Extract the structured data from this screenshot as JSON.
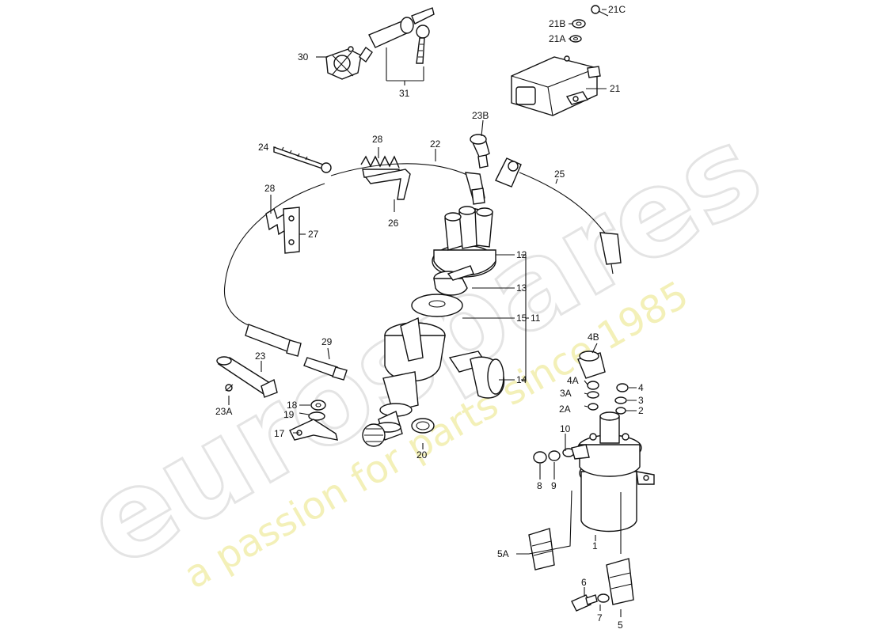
{
  "watermark": {
    "brand": "eurospares",
    "tagline": "a passion for parts since 1985"
  },
  "callouts": [
    {
      "id": "l30",
      "text": "30"
    },
    {
      "id": "l31",
      "text": "31"
    },
    {
      "id": "l21B",
      "text": "21B"
    },
    {
      "id": "l21A",
      "text": "21A"
    },
    {
      "id": "l21C",
      "text": "21C"
    },
    {
      "id": "l21",
      "text": "21"
    },
    {
      "id": "l23B",
      "text": "23B"
    },
    {
      "id": "l24",
      "text": "24"
    },
    {
      "id": "l28a",
      "text": "28"
    },
    {
      "id": "l22",
      "text": "22"
    },
    {
      "id": "l25",
      "text": "25"
    },
    {
      "id": "l28b",
      "text": "28"
    },
    {
      "id": "l27",
      "text": "27"
    },
    {
      "id": "l26",
      "text": "26"
    },
    {
      "id": "l12",
      "text": "12"
    },
    {
      "id": "l13",
      "text": "13"
    },
    {
      "id": "l15",
      "text": "15"
    },
    {
      "id": "l11",
      "text": "11"
    },
    {
      "id": "l14",
      "text": "14"
    },
    {
      "id": "l29",
      "text": "29"
    },
    {
      "id": "l23",
      "text": "23"
    },
    {
      "id": "l23A",
      "text": "23A"
    },
    {
      "id": "l18",
      "text": "18"
    },
    {
      "id": "l19",
      "text": "19"
    },
    {
      "id": "l17",
      "text": "17"
    },
    {
      "id": "l20",
      "text": "20"
    },
    {
      "id": "l4B",
      "text": "4B"
    },
    {
      "id": "l4A",
      "text": "4A"
    },
    {
      "id": "l3A",
      "text": "3A"
    },
    {
      "id": "l2A",
      "text": "2A"
    },
    {
      "id": "l4",
      "text": "4"
    },
    {
      "id": "l3",
      "text": "3"
    },
    {
      "id": "l2",
      "text": "2"
    },
    {
      "id": "l10",
      "text": "10"
    },
    {
      "id": "l8",
      "text": "8"
    },
    {
      "id": "l9",
      "text": "9"
    },
    {
      "id": "l1",
      "text": "1"
    },
    {
      "id": "l5A",
      "text": "5A"
    },
    {
      "id": "l6",
      "text": "6"
    },
    {
      "id": "l7",
      "text": "7"
    },
    {
      "id": "l5",
      "text": "5"
    }
  ]
}
